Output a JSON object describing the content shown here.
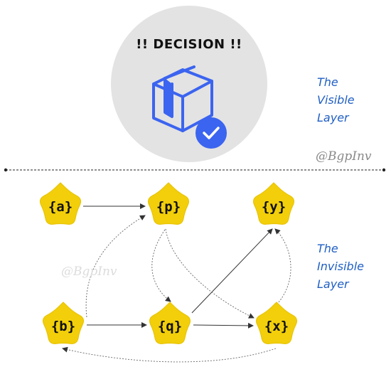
{
  "decision": {
    "title": "!! DECISION !!",
    "icon": "package-box-checkmark-icon"
  },
  "visible_layer": {
    "lines": [
      "The",
      "Visible",
      "Layer"
    ]
  },
  "invisible_layer": {
    "lines": [
      "The",
      "Invisible",
      "Layer"
    ]
  },
  "watermark": "@BgpInv",
  "nodes": [
    {
      "id": "a",
      "label": "{a}"
    },
    {
      "id": "p",
      "label": "{p}"
    },
    {
      "id": "y",
      "label": "{y}"
    },
    {
      "id": "b",
      "label": "{b}"
    },
    {
      "id": "q",
      "label": "{q}"
    },
    {
      "id": "x",
      "label": "{x}"
    }
  ],
  "edges": [
    {
      "from": "a",
      "to": "p",
      "style": "solid"
    },
    {
      "from": "b",
      "to": "q",
      "style": "solid"
    },
    {
      "from": "q",
      "to": "x",
      "style": "solid"
    },
    {
      "from": "q",
      "to": "y",
      "style": "solid"
    },
    {
      "from": "b",
      "to": "p",
      "style": "dotted"
    },
    {
      "from": "p",
      "to": "q",
      "style": "dotted"
    },
    {
      "from": "p",
      "to": "x",
      "style": "dotted"
    },
    {
      "from": "x",
      "to": "y",
      "style": "dotted"
    },
    {
      "from": "x",
      "to": "b",
      "style": "dotted"
    }
  ],
  "colors": {
    "node_fill": "#f2cf0a",
    "circle_fill": "#e3e3e3",
    "icon_blue": "#3b64f0",
    "label_blue": "#1f5fc4"
  }
}
